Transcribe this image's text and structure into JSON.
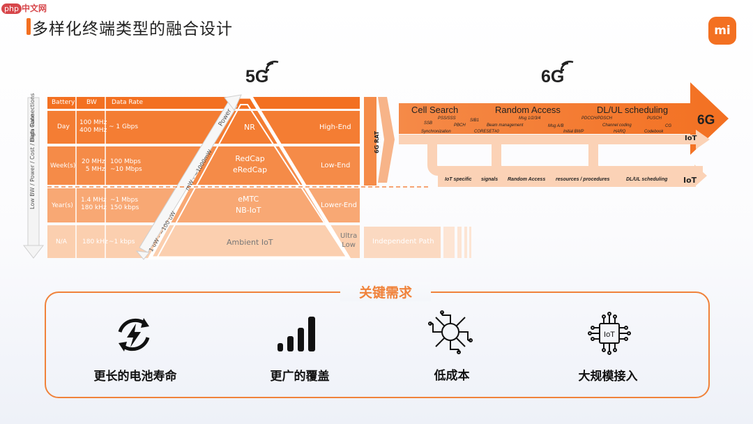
{
  "watermark": {
    "pill": "php",
    "text": "中文网"
  },
  "page": {
    "title": "多样化终端类型的融合设计"
  },
  "brand": {
    "logo_text": "mi",
    "accent": "#f37021"
  },
  "labels_5g": {
    "gen": "5G"
  },
  "labels_6g": {
    "gen": "6G"
  },
  "table": {
    "headers": {
      "battery": "Battery",
      "bw": "BW",
      "rate": "Data Rate"
    },
    "rows": [
      {
        "battery": "Day",
        "bw": "100 MHz\n400 MHz",
        "rate": "~ 1 Gbps",
        "tech": "NR",
        "tier": "High-End"
      },
      {
        "battery": "Week(s)",
        "bw": "20 MHz\n5 MHz",
        "rate": "100 Mbps\n~10 Mbps",
        "tech": "RedCap\neRedCap",
        "tier": "Low-End"
      },
      {
        "battery": "Year(s)",
        "bw": "1.4 MHz\n180 kHz",
        "rate": "~1 Mbps\n150 kbps",
        "tech": "eMTC\nNB-IoT",
        "tier": "Lower-End"
      },
      {
        "battery": "N/A",
        "bw": "180 kHz",
        "rate": "~1 kbps",
        "tech": "Ambient IoT",
        "tier": "Ultra\nLow"
      }
    ],
    "independent_path": "Independent Path"
  },
  "axes": {
    "high": "High Connections",
    "low": "Low BW / Power / Cost / Data Rate",
    "power": "Power",
    "power_range_1": "mW - ~1000mW",
    "power_range_2": "1 uW - ~100 uW"
  },
  "rat": {
    "label": "6G RAT"
  },
  "features_6g": {
    "heads": [
      "Cell Search",
      "Random Access",
      "DL/UL scheduling"
    ],
    "subs": [
      "SSB",
      "PSS/SSS",
      "PBCH",
      "SIB1",
      "Synchronization",
      "CORESET#0",
      "Msg 1/2/3/4",
      "Beam management",
      "Msg A/B",
      "Initial BWP",
      "PDCCH/PDSCH",
      "Channel coding",
      "HARQ",
      "PUSCH",
      "CG",
      "Codebook"
    ],
    "gen_tag": "6G",
    "iot_tag": "IoT"
  },
  "iot_path": {
    "items": [
      "IoT specific",
      "signals",
      "Random Access",
      "resources / procedures",
      "DL/UL scheduling"
    ],
    "tag": "IoT"
  },
  "requirements": {
    "title": "关键需求",
    "items": [
      {
        "icon": "battery-cycle-icon",
        "label": "更长的电池寿命"
      },
      {
        "icon": "signal-bars-icon",
        "label": "更广的覆盖"
      },
      {
        "icon": "cost-chip-icon",
        "label": "低成本"
      },
      {
        "icon": "iot-chip-icon",
        "label": "大规模接入"
      }
    ]
  }
}
